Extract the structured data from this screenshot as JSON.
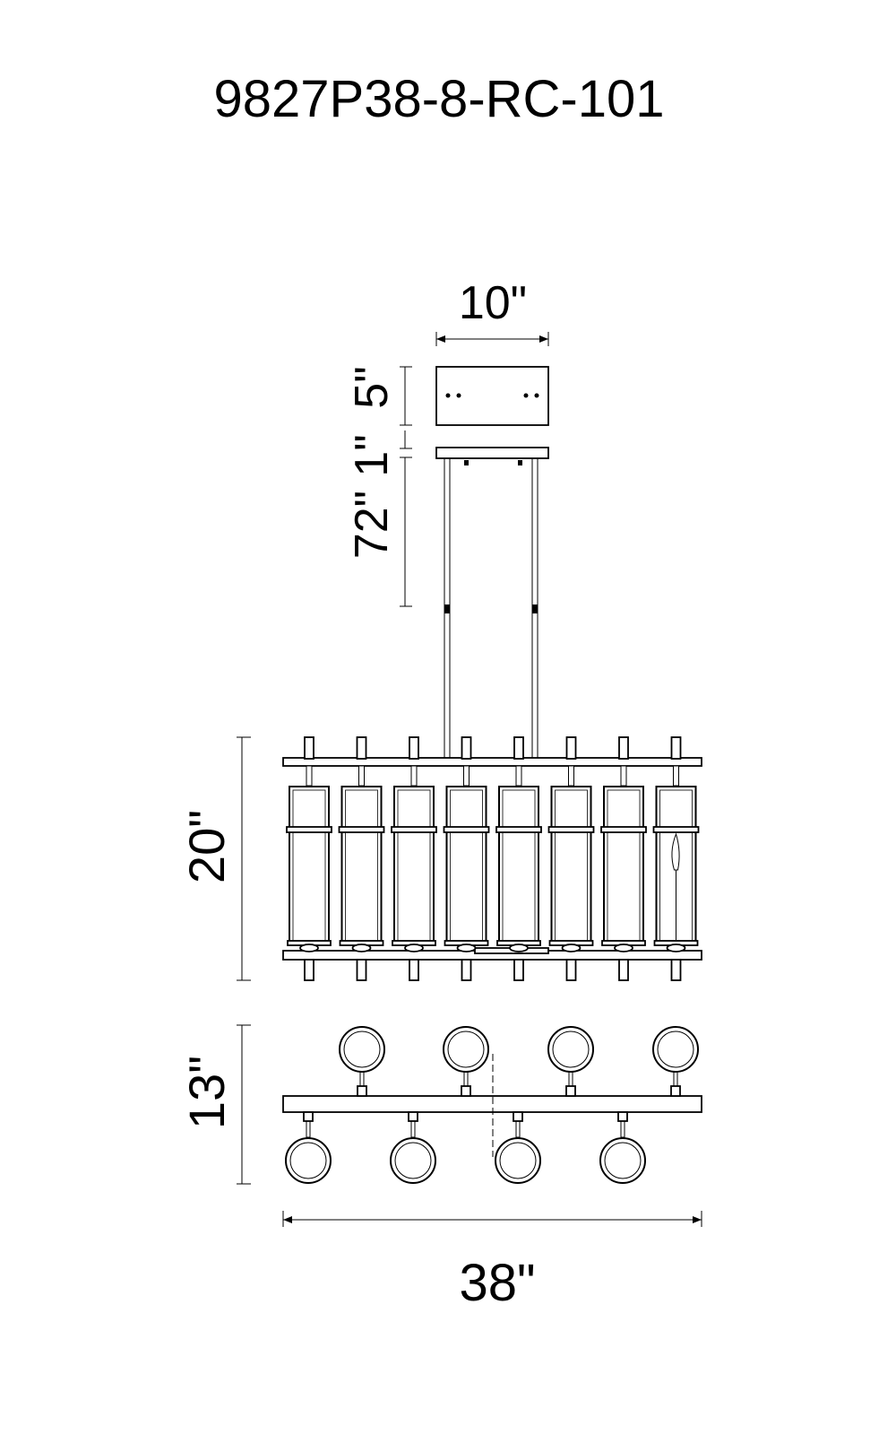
{
  "model_number": "9827P38-8-RC-101",
  "dimensions": {
    "canopy_width": "10\"",
    "canopy_height": "5\"",
    "canopy_gap": "1\"",
    "chain_length": "72\"",
    "fixture_height": "20\"",
    "fixture_depth": "13\"",
    "fixture_width": "38\""
  },
  "light_count": 8
}
